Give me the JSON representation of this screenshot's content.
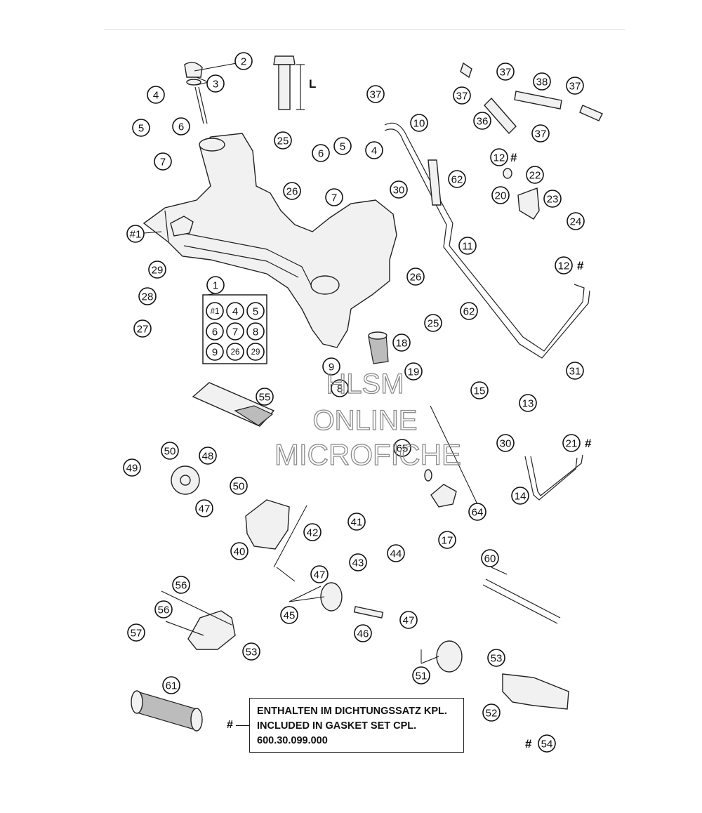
{
  "diagram": {
    "callouts": [
      {
        "id": "c2",
        "label": "2"
      },
      {
        "id": "c3",
        "label": "3"
      },
      {
        "id": "c4a",
        "label": "4"
      },
      {
        "id": "c5a",
        "label": "5"
      },
      {
        "id": "c6a",
        "label": "6"
      },
      {
        "id": "c7a",
        "label": "7"
      },
      {
        "id": "c25a",
        "label": "25"
      },
      {
        "id": "c26a",
        "label": "26"
      },
      {
        "id": "c6b",
        "label": "6"
      },
      {
        "id": "c5b",
        "label": "5"
      },
      {
        "id": "c4b",
        "label": "4"
      },
      {
        "id": "c7b",
        "label": "7"
      },
      {
        "id": "c37a",
        "label": "37"
      },
      {
        "id": "c10",
        "label": "10"
      },
      {
        "id": "c30a",
        "label": "30"
      },
      {
        "id": "c62a",
        "label": "62"
      },
      {
        "id": "c37b",
        "label": "37"
      },
      {
        "id": "c37c",
        "label": "37"
      },
      {
        "id": "c38",
        "label": "38"
      },
      {
        "id": "c37d",
        "label": "37"
      },
      {
        "id": "c36",
        "label": "36"
      },
      {
        "id": "c37e",
        "label": "37"
      },
      {
        "id": "c12a",
        "label": "12"
      },
      {
        "id": "c22",
        "label": "22"
      },
      {
        "id": "c20",
        "label": "20"
      },
      {
        "id": "c23",
        "label": "23"
      },
      {
        "id": "c24",
        "label": "24"
      },
      {
        "id": "c11",
        "label": "11"
      },
      {
        "id": "c12b",
        "label": "12"
      },
      {
        "id": "c1a",
        "label": "#1"
      },
      {
        "id": "c29a",
        "label": "29"
      },
      {
        "id": "c28",
        "label": "28"
      },
      {
        "id": "c27",
        "label": "27"
      },
      {
        "id": "c1",
        "label": "1"
      },
      {
        "id": "c26b",
        "label": "26"
      },
      {
        "id": "c25b",
        "label": "25"
      },
      {
        "id": "c62b",
        "label": "62"
      },
      {
        "id": "c31",
        "label": "31"
      },
      {
        "id": "c18",
        "label": "18"
      },
      {
        "id": "c9",
        "label": "9"
      },
      {
        "id": "c8",
        "label": "8"
      },
      {
        "id": "c19",
        "label": "19"
      },
      {
        "id": "c55",
        "label": "55"
      },
      {
        "id": "c15",
        "label": "15"
      },
      {
        "id": "c13",
        "label": "13"
      },
      {
        "id": "c30b",
        "label": "30"
      },
      {
        "id": "c21",
        "label": "21"
      },
      {
        "id": "c65",
        "label": "65"
      },
      {
        "id": "c14",
        "label": "14"
      },
      {
        "id": "c64",
        "label": "64"
      },
      {
        "id": "c17",
        "label": "17"
      },
      {
        "id": "c49",
        "label": "49"
      },
      {
        "id": "c50a",
        "label": "50"
      },
      {
        "id": "c48",
        "label": "48"
      },
      {
        "id": "c50b",
        "label": "50"
      },
      {
        "id": "c47a",
        "label": "47"
      },
      {
        "id": "c40",
        "label": "40"
      },
      {
        "id": "c42",
        "label": "42"
      },
      {
        "id": "c41",
        "label": "41"
      },
      {
        "id": "c43",
        "label": "43"
      },
      {
        "id": "c44",
        "label": "44"
      },
      {
        "id": "c47b",
        "label": "47"
      },
      {
        "id": "c45",
        "label": "45"
      },
      {
        "id": "c47c",
        "label": "47"
      },
      {
        "id": "c46",
        "label": "46"
      },
      {
        "id": "c60",
        "label": "60"
      },
      {
        "id": "c56a",
        "label": "56"
      },
      {
        "id": "c56b",
        "label": "56"
      },
      {
        "id": "c57",
        "label": "57"
      },
      {
        "id": "c53a",
        "label": "53"
      },
      {
        "id": "c51",
        "label": "51"
      },
      {
        "id": "c53b",
        "label": "53"
      },
      {
        "id": "c52",
        "label": "52"
      },
      {
        "id": "c54",
        "label": "54"
      },
      {
        "id": "c61",
        "label": "61"
      }
    ],
    "kit_grid": [
      "#1",
      "4",
      "5",
      "6",
      "7",
      "8",
      "9",
      "26",
      "29"
    ],
    "dimension_label": "L",
    "gasket_marker": "#",
    "watermark": [
      "HLSM",
      "ONLINE",
      "MICROFICHE"
    ],
    "legend": {
      "marker": "#",
      "lines": [
        "ENTHALTEN IM DICHTUNGSSATZ KPL.",
        "INCLUDED IN GASKET SET CPL.",
        "600.30.099.000"
      ]
    }
  }
}
